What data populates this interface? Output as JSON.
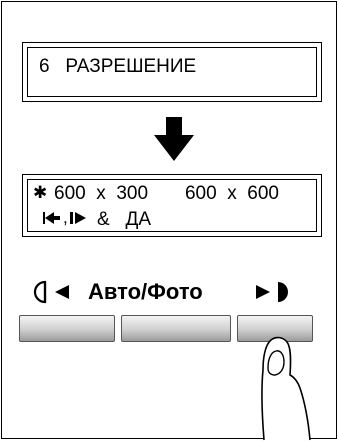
{
  "screen1": {
    "line1": "6   РАЗРЕШЕНИЕ"
  },
  "screen2": {
    "star": "✱",
    "line1": "600  x  300       600  x  600",
    "line2": "&   ДА"
  },
  "controls": {
    "mode_label": "Авто/Фото",
    "buttons": [
      "",
      "",
      ""
    ]
  },
  "icons": {
    "down_arrow": "arrow-down-icon",
    "light": "lighter-arrow-icon",
    "dark": "darker-arrow-icon",
    "hand": "pointing-finger-icon"
  }
}
